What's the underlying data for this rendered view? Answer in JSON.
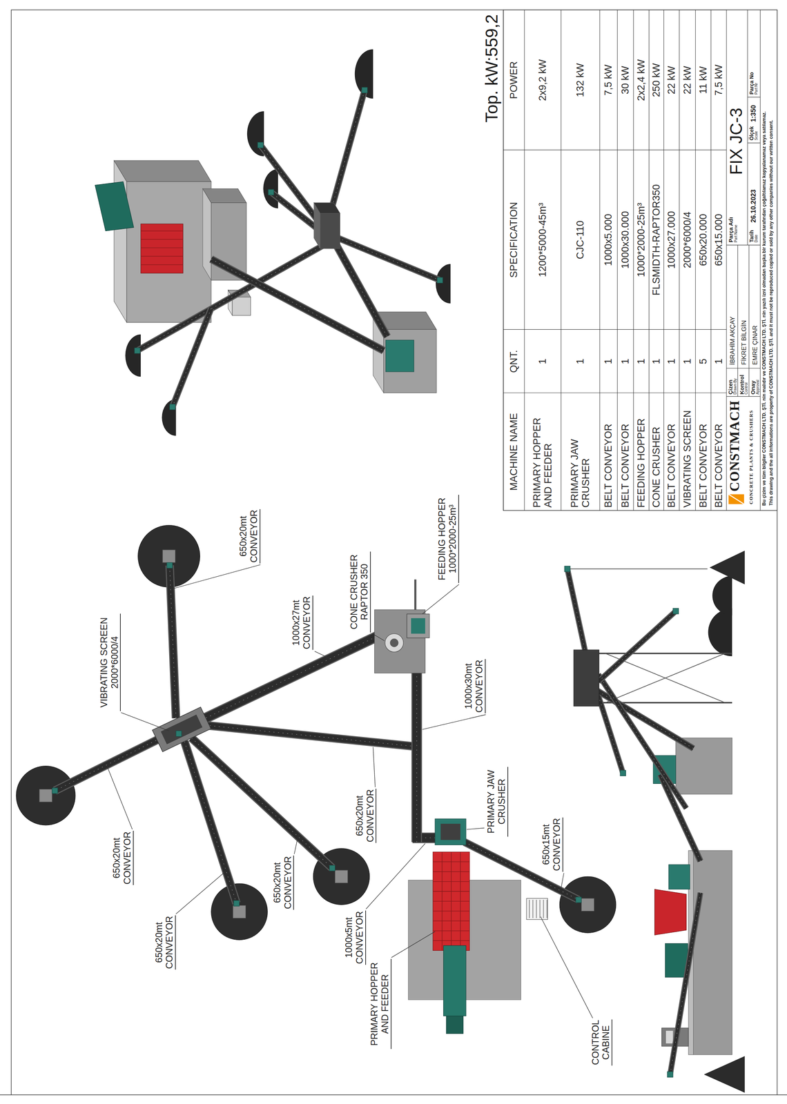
{
  "diagram": {
    "labels": [
      "650x20mt CONVEYOR",
      "VIBRATING SCREEN 2000*6000/4",
      "1000x27mt CONVEYOR",
      "CONE CRUSHER RAPTOR 350",
      "FEEDING HOPPER 1000*2000-25m³",
      "1000x30mt CONVEYOR",
      "650x20mt CONVEYOR",
      "PRIMARY JAW CRUSHER",
      "650x15mt CONVEYOR",
      "650x20mt CONVEYOR",
      "650x20mt CONVEYOR",
      "650x20mt CONVEYOR",
      "1000x5mt CONVEYOR",
      "PRIMARY HOPPER AND FEEDER",
      "CONTROL CABINE",
      "Top. kW:559,2",
      "MACHINE NAME",
      "QNT.",
      "SPECIFICATION",
      "POWER",
      "PRIMARY HOPPER AND FEEDER",
      "1",
      "1200*5000-45m³",
      "2x9,2 kW",
      "PRIMARY JAW CRUSHER",
      "1",
      "CJC-110",
      "132 kW",
      "BELT CONVEYOR",
      "1",
      "1000x5.000",
      "7,5 kW",
      "BELT CONVEYOR",
      "1",
      "1000x30.000",
      "30 kW",
      "FEEDING HOPPER",
      "1",
      "1000*2000-25m³",
      "2x2,4 kW",
      "CONE CRUSHER",
      "1",
      "FLSMIDTH-RAPTOR350",
      "250 kW",
      "BELT CONVEYOR",
      "1",
      "1000x27.000",
      "22 kW",
      "VIBRATING SCREEN",
      "1",
      "2000*6000/4",
      "22 kW",
      "BELT CONVEYOR",
      "5",
      "650x20.000",
      "11 kW",
      "BELT CONVEYOR",
      "1",
      "650x15.000",
      "7,5 kW",
      "CONSTMACH",
      "CONCRETE PLANTS & CRUSHERS",
      "Çizen",
      "Drawn By",
      "İBRAHİM AKÇAY",
      "Kontrol",
      "Control",
      "FİKRET BİLGİN",
      "Onay",
      "Approval",
      "EMRE ÇINAR",
      "Parça Adı",
      "Part Name",
      "FIX JC-3",
      "Tarih",
      "Date",
      "26.10.2023",
      "Ölçek",
      "Scale",
      "1:350",
      "Parça No",
      "Part Nr",
      "Bu çizim ve tüm bilgiler CONSTMACH LTD. ŞTİ. nin malıdır ve CONSTMACH LTD. ŞTİ. nin yazılı izni olmadan başka bir kurum tarafından çoğaltılamaz kopyalanamaz veya satılamaz.",
      "This drawing and the all informations are property of CONSTMACH LTD. ŞTİ. and it must not be reproduced copied or sold by any other companies without our written consent."
    ]
  }
}
